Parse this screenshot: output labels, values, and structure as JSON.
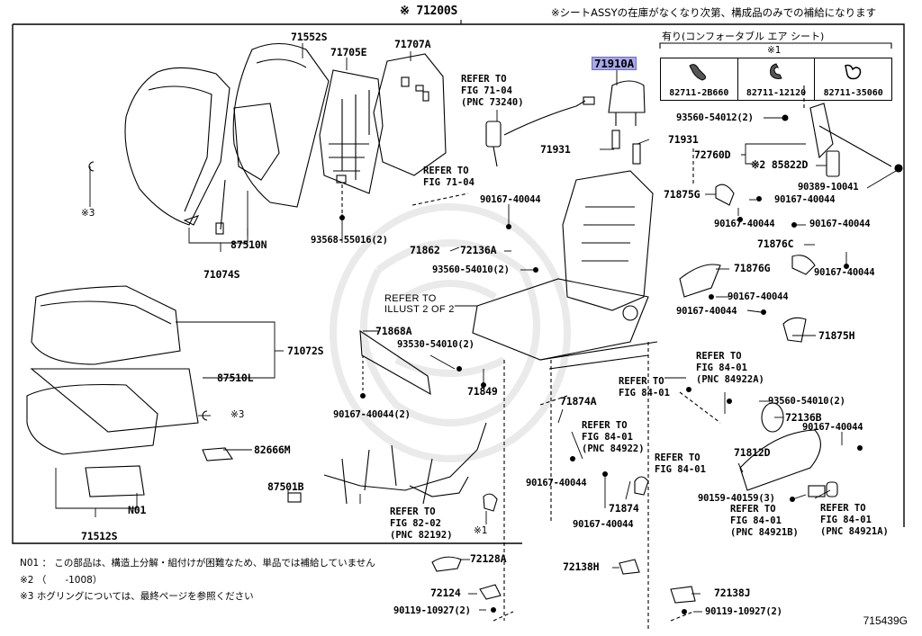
{
  "header": {
    "assembly_part": "※ 71200S",
    "supply_note": "※シートASSYの在庫がなくなり次第、構成品のみでの補給になります"
  },
  "catalog_panel": {
    "title": "有り(コンフォータブル エア シート)",
    "bracket_mark": "※1",
    "parts": [
      {
        "number": "82711-2B660",
        "icon": "wire-clamp-icon"
      },
      {
        "number": "82711-12120",
        "icon": "wire-clamp-icon"
      },
      {
        "number": "82711-35060",
        "icon": "wire-clamp-icon"
      }
    ]
  },
  "callouts": {
    "p71552S": "71552S",
    "p71705E": "71705E",
    "p71707A": "71707A",
    "p71910A": "71910A",
    "p71931_left": "71931",
    "p71931_right": "71931",
    "p93560_54012": "93560-54012(2)",
    "p72760D": "72760D",
    "p85822D": "※2 85822D",
    "p90389_10041": "90389-10041",
    "p71875G": "71875G",
    "p90167_a": "90167-40044",
    "p90167_b": "90167-40044",
    "p90167_c": "90167-40044",
    "p71876C": "71876C",
    "p90167_d": "90167-40044",
    "p71876G": "71876G",
    "p90167_e": "90167-40044",
    "p90167_f": "90167-40044",
    "p71875H": "71875H",
    "hogring_mark_top": "※3",
    "p87510N": "87510N",
    "p71074S": "71074S",
    "p93568_55016": "93568-55016(2)",
    "p90167_g": "90167-40044",
    "p71862": "71862",
    "p72136A": "72136A",
    "p93560_54010_a": "93560-54010(2)",
    "p71072S": "71072S",
    "p87510L": "87510L",
    "hogring_mark_mid": "※3",
    "p71868A": "71868A",
    "p93530_54010": "93530-54010(2)",
    "p90167_40044_2": "90167-40044(2)",
    "p71849": "71849",
    "p71874A": "71874A",
    "p82666M": "82666M",
    "p87501B": "87501B",
    "pN01": "N01",
    "p71512S": "71512S",
    "clamp_mark": "※1",
    "p90167_h": "90167-40044",
    "p71874": "71874",
    "p90167_i": "90167-40044",
    "p93560_54010_b": "93560-54010(2)",
    "p72136B": "72136B",
    "p90167_j": "90167-40044",
    "p71812D": "71812D",
    "p90159_40159": "90159-40159(3)",
    "p72128A": "72128A",
    "p72124": "72124",
    "p90119_10927_a": "90119-10927(2)",
    "p72138H": "72138H",
    "p72138J": "72138J",
    "p90119_10927_b": "90119-10927(2)"
  },
  "references": {
    "fig71_04_pnc": "REFER TO\nFIG 71-04\n(PNC 73240)",
    "fig71_04": "REFER TO\nFIG 71-04",
    "illust2": "REFER TO\nILLUST 2 OF 2",
    "fig82_02": "REFER TO\nFIG 82-02\n(PNC 82192)",
    "fig84_01_a": "REFER TO\nFIG 84-01",
    "fig84_01_pnc84922A": "REFER TO\nFIG 84-01\n(PNC 84922A)",
    "fig84_01_pnc84922": "REFER TO\nFIG 84-01\n(PNC 84922)",
    "fig84_01_b": "REFER TO\nFIG 84-01",
    "fig84_01_pnc84921B": "REFER TO\nFIG 84-01\n(PNC 84921B)",
    "fig84_01_pnc84921A": "REFER TO\nFIG 84-01\n(PNC 84921A)"
  },
  "notes": [
    "N01 ： この部品は、構造上分解・組付けが困難なため、単品では補給していません",
    "※2 （　　-1008）",
    "※3 ホグリングについては、最終ページを参照ください"
  ],
  "figure_number": "715439G",
  "highlight_color": "#a9a9e8"
}
